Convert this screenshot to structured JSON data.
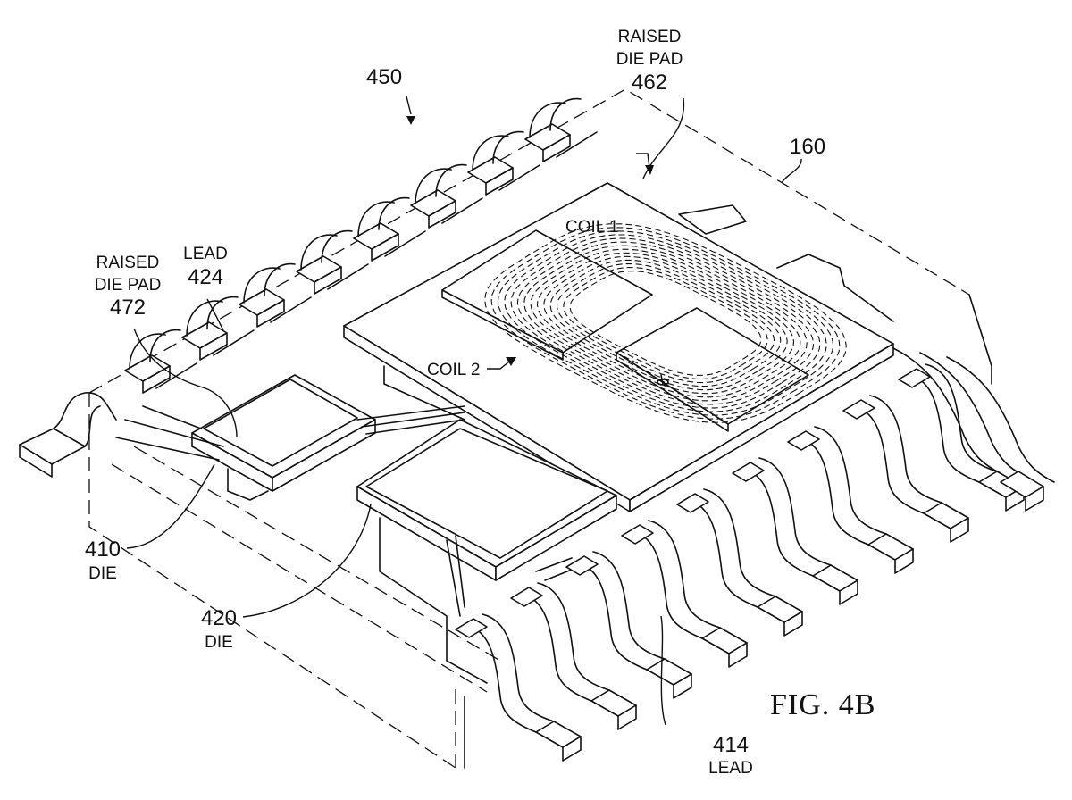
{
  "figure": {
    "caption": "FIG. 4B",
    "assembly_ref": "450",
    "package_ref": "160"
  },
  "labels": {
    "raised_die_pad_462": {
      "line1": "RAISED",
      "line2": "DIE PAD",
      "num": "462"
    },
    "raised_die_pad_472": {
      "line1": "RAISED",
      "line2": "DIE PAD",
      "num": "472"
    },
    "lead_424": {
      "name": "LEAD",
      "num": "424"
    },
    "coil_1": "COIL 1",
    "coil_2": "COIL 2",
    "die_410": {
      "num": "410",
      "name": "DIE"
    },
    "die_420": {
      "num": "420",
      "name": "DIE"
    },
    "lead_414": {
      "num": "414",
      "name": "LEAD"
    }
  },
  "components": {
    "back_leads_count": 8,
    "front_leads_count": 9
  }
}
